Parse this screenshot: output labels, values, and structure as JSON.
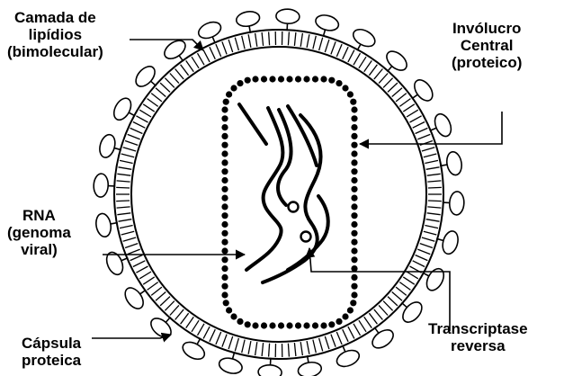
{
  "labels": {
    "lipid_layer": {
      "lines": [
        "Camada de",
        "lipídios",
        "(bimolecular)"
      ]
    },
    "central_envelope": {
      "lines": [
        "Invólucro",
        "Central",
        "(proteico)"
      ]
    },
    "rna": {
      "lines": [
        "RNA",
        "(genoma",
        "viral)"
      ]
    },
    "protein_capsule": {
      "lines": [
        "Cápsula",
        "proteica"
      ]
    },
    "reverse_transcriptase": {
      "lines": [
        "Transcriptase",
        "reversa"
      ]
    }
  },
  "colors": {
    "ink": "#000000",
    "background": "#ffffff"
  }
}
